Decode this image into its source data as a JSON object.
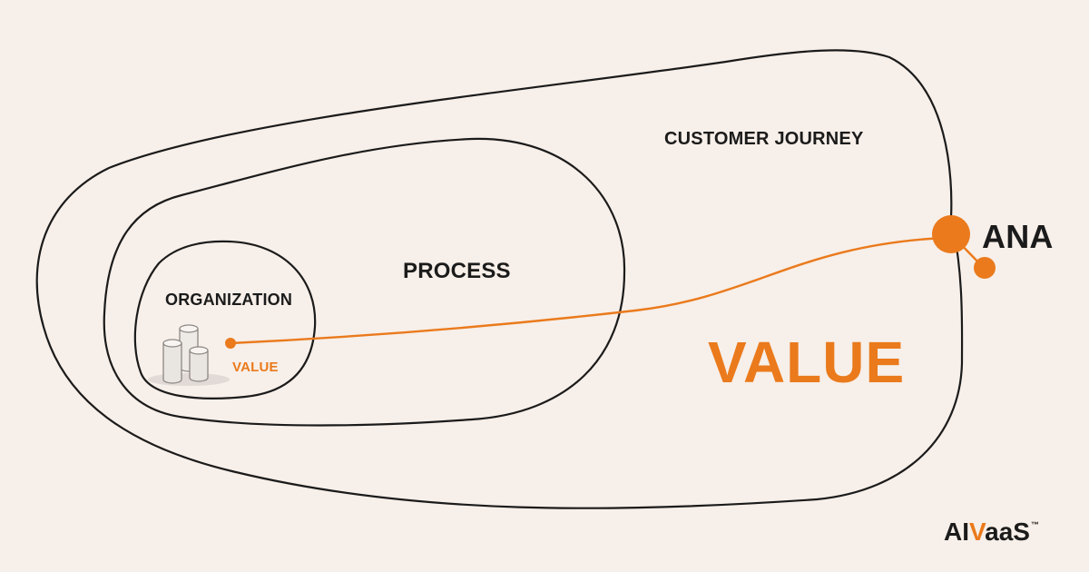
{
  "colors": {
    "background": "#f7efe9",
    "accent": "#ea7a1c",
    "ink": "#1b1b1b"
  },
  "rings": {
    "outer_label": "CUSTOMER JOURNEY",
    "middle_label": "PROCESS",
    "inner_label": "ORGANIZATION"
  },
  "value_start_label": "VALUE",
  "value_end_label": "VALUE",
  "agent": {
    "name": "ANA",
    "icon": "node-icon"
  },
  "database_icon": "database-cylinders-icon",
  "logo": {
    "prefix": "AI",
    "accent": "V",
    "suffix": "aaS",
    "trademark": "™"
  }
}
